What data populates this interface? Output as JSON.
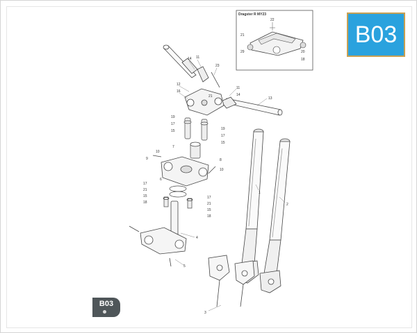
{
  "badge": {
    "text": "B03",
    "color": "#2aa2de",
    "border": "#c8a052"
  },
  "tag": {
    "text": "B03",
    "color": "#4f5659"
  },
  "inset": {
    "title": "Dragster R MY23",
    "callouts": [
      "22",
      "21",
      "29",
      "20",
      "18"
    ]
  },
  "callouts": {
    "c14a": "14",
    "c11a": "11",
    "c23": "23",
    "c12": "12",
    "c16": "16",
    "c21a": "21",
    "c11b": "11",
    "c14b": "14",
    "c13": "13",
    "c19a": "19",
    "c17a": "17",
    "c15a": "15",
    "c19b": "19",
    "c17b": "17",
    "c15b": "15",
    "c7": "7",
    "c10a": "10",
    "c9": "9",
    "c8": "8",
    "c10b": "10",
    "c6": "6",
    "c17c": "17",
    "c21b": "21",
    "c15c": "15",
    "c18": "18",
    "c17d": "17",
    "c21c": "21",
    "c15d": "15",
    "c18b": "18",
    "c5": "5",
    "c4": "4",
    "c1": "1",
    "c2": "2",
    "c3": "3"
  }
}
